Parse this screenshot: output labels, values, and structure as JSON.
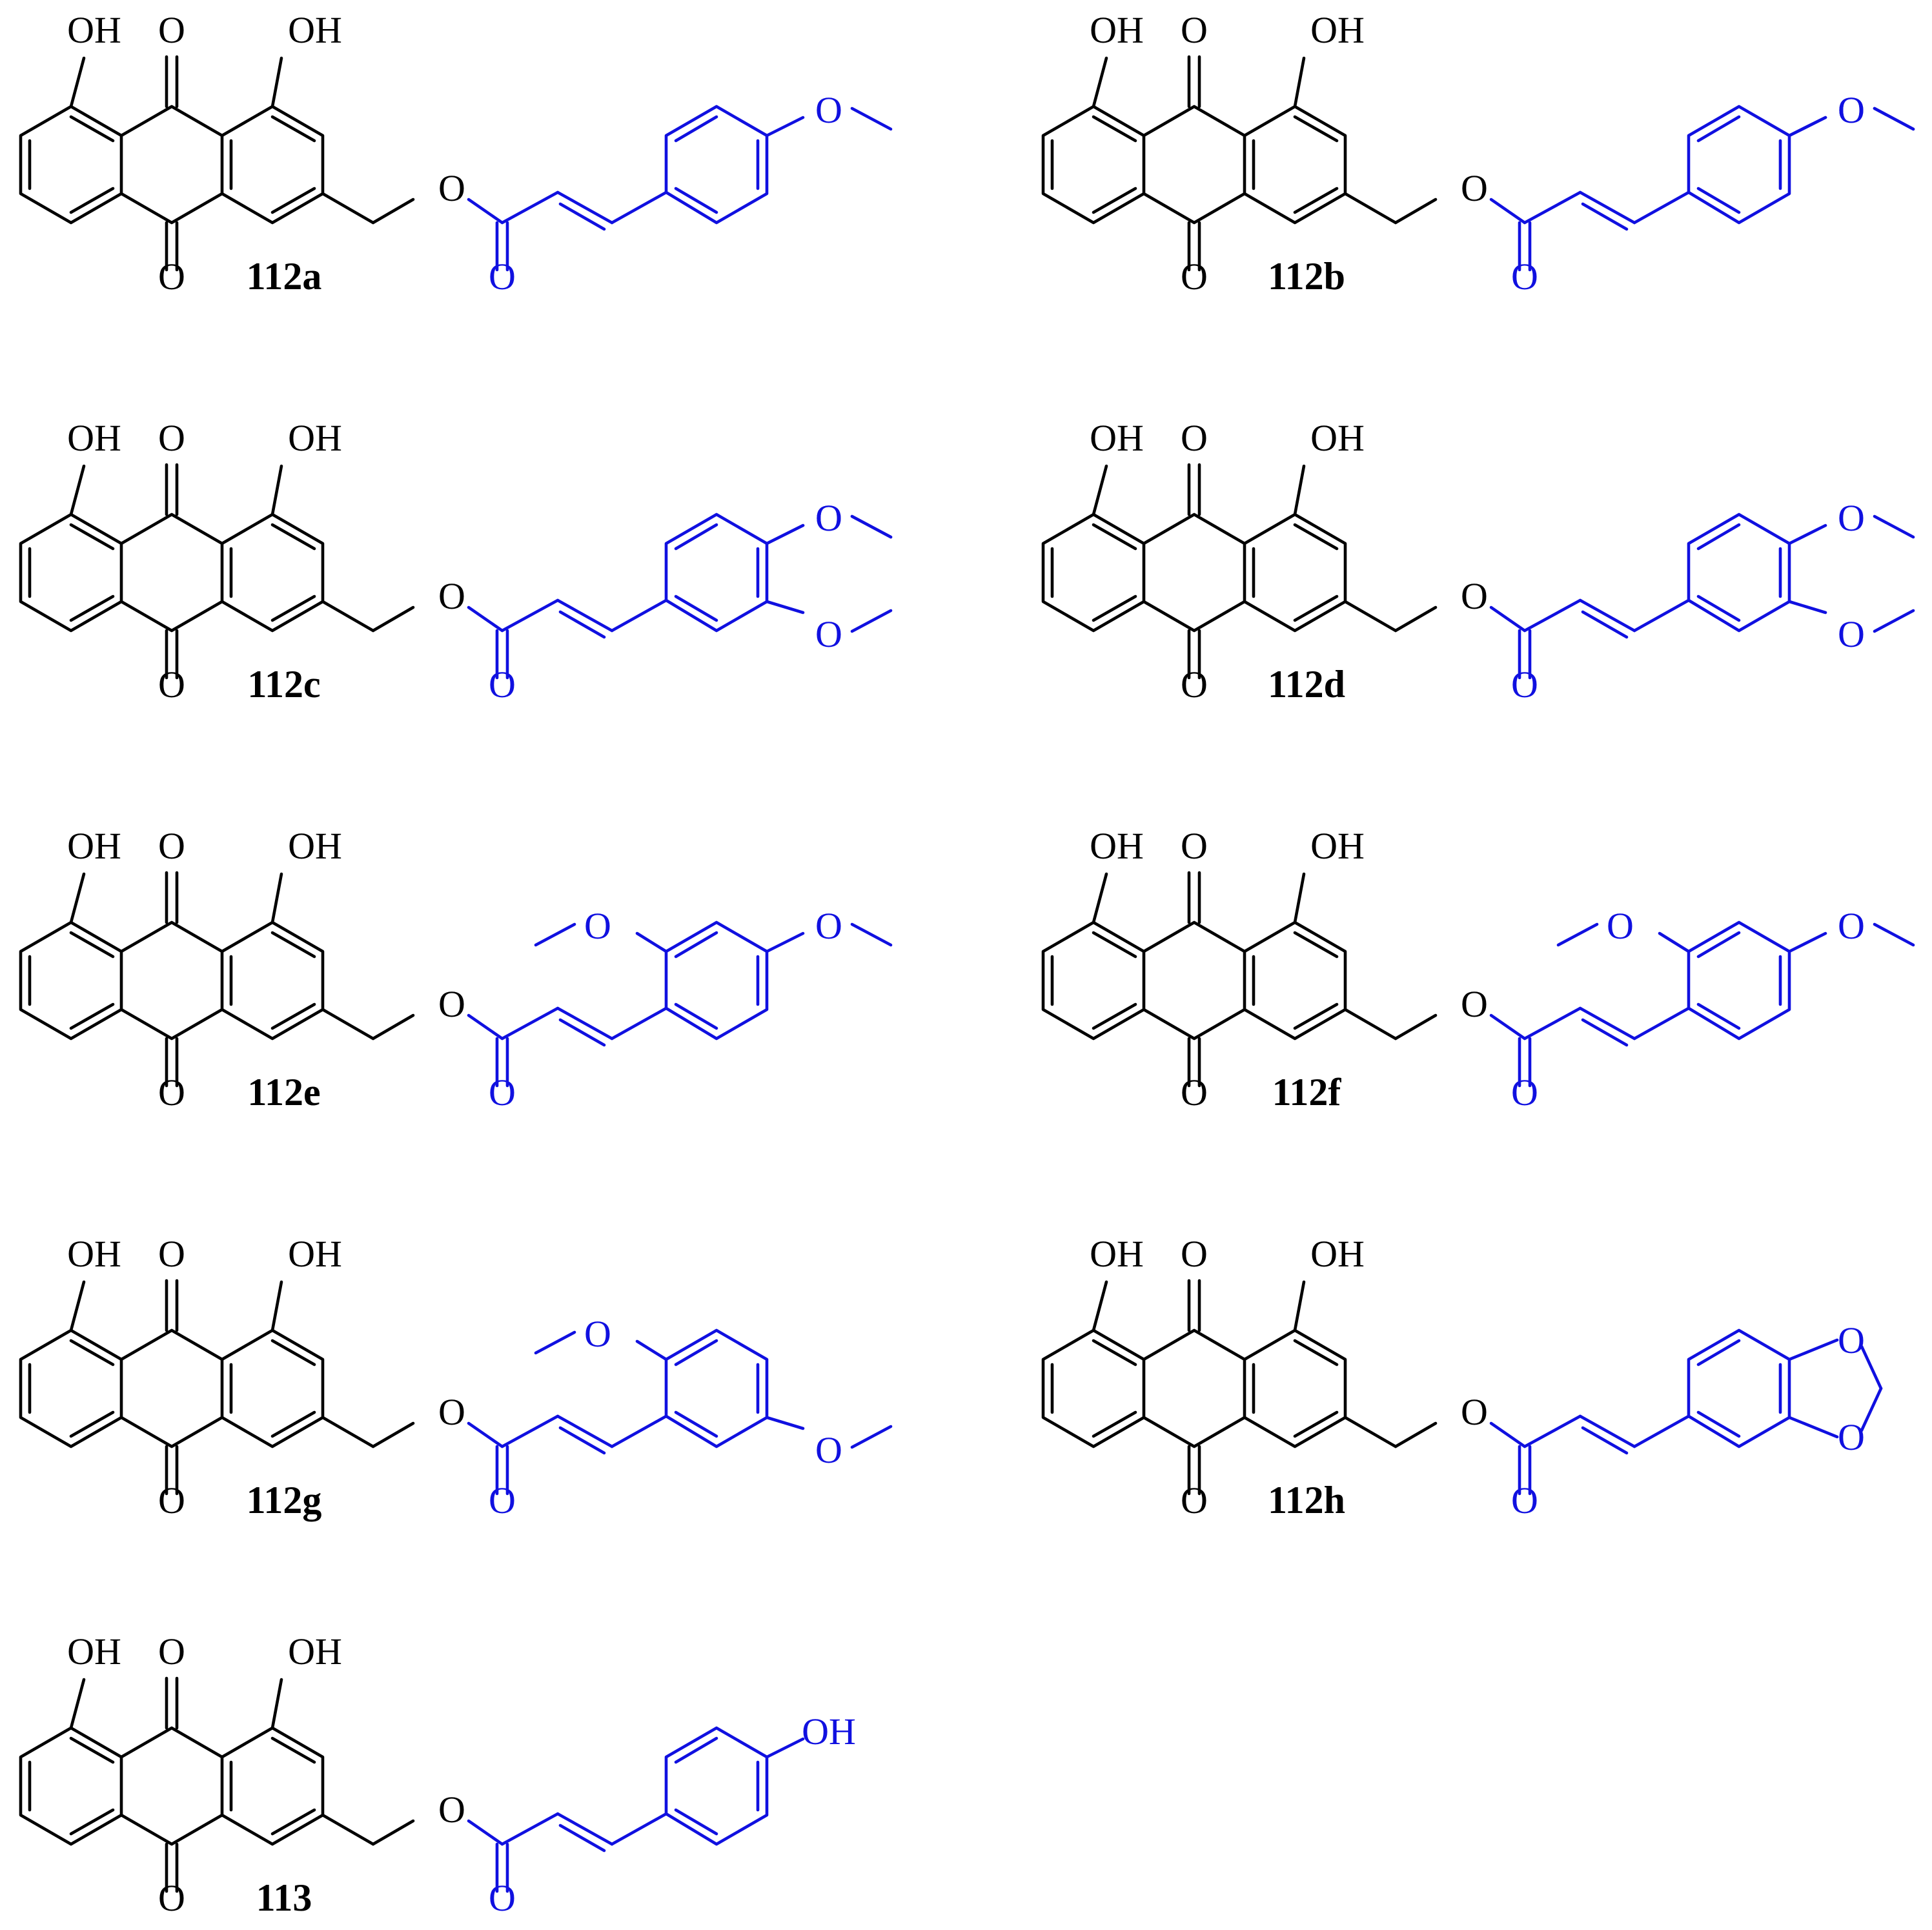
{
  "colors": {
    "core": "#000000",
    "acyl": "#1010e0"
  },
  "atom_labels": {
    "oxygen": "O",
    "hydroxyl": "OH"
  },
  "compounds": [
    {
      "id": "112a",
      "substituents": [
        {
          "pos": "p",
          "label": "O",
          "methyl": true
        }
      ]
    },
    {
      "id": "112b",
      "substituents": [
        {
          "pos": "m1",
          "label": "O",
          "methyl": true
        },
        {
          "pos": "p",
          "label": "O",
          "methyl": true
        }
      ]
    },
    {
      "id": "112c",
      "substituents": [
        {
          "pos": "m1",
          "label": "O",
          "methyl": true
        },
        {
          "pos": "p",
          "label": "O",
          "methyl": true
        },
        {
          "pos": "m2",
          "label": "O",
          "methyl": true
        }
      ]
    },
    {
      "id": "112d",
      "substituents": [
        {
          "pos": "m1",
          "label": "O",
          "methyl": true
        },
        {
          "pos": "m2",
          "label": "O",
          "methyl": true
        }
      ]
    },
    {
      "id": "112e",
      "substituents": [
        {
          "pos": "o",
          "label": "O",
          "methyl": true
        },
        {
          "pos": "p",
          "label": "O",
          "methyl": true
        }
      ]
    },
    {
      "id": "112f",
      "substituents": [
        {
          "pos": "o",
          "label": "O",
          "methyl": true
        },
        {
          "pos": "m1",
          "label": "O",
          "methyl": true
        }
      ]
    },
    {
      "id": "112g",
      "substituents": [
        {
          "pos": "o",
          "label": "O",
          "methyl": true
        },
        {
          "pos": "m2",
          "label": "O",
          "methyl": true
        }
      ]
    },
    {
      "id": "112h",
      "substituents": [
        {
          "pos": "methylenedioxy",
          "label": "O"
        }
      ]
    },
    {
      "id": "113",
      "substituents": [
        {
          "pos": "p",
          "label": "OH",
          "methyl": false
        }
      ]
    }
  ]
}
